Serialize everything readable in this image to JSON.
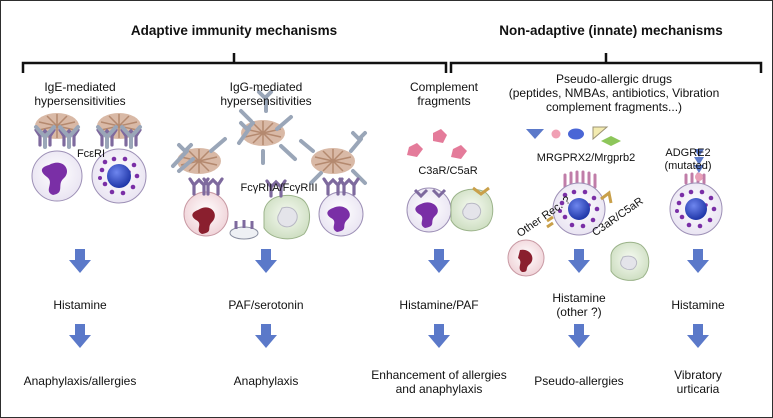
{
  "headers": {
    "adaptive": "Adaptive immunity mechanisms",
    "innate": "Non-adaptive (innate) mechanisms"
  },
  "columns": {
    "ige": {
      "title_l1": "IgE-mediated",
      "title_l2": "hypersensitivities",
      "receptor": "FcεRI",
      "mediator": "Histamine",
      "outcome": "Anaphylaxis/allergies"
    },
    "igg": {
      "title_l1": "IgG-mediated",
      "title_l2": "hypersensitivities",
      "receptor": "FcγRIIA/FcγRIII",
      "mediator": "PAF/serotonin",
      "outcome": "Anaphylaxis"
    },
    "complement": {
      "title_l1": "Complement",
      "title_l2": "fragments",
      "receptor": "C3aR/C5aR",
      "mediator": "Histamine/PAF",
      "outcome_l1": "Enhancement of allergies",
      "outcome_l2": "and anaphylaxis"
    },
    "pseudo": {
      "title_l1": "Pseudo-allergic drugs",
      "title_l2": "(peptides, NMBAs, antibiotics, Vibration",
      "title_l3": "complement fragments...)",
      "receptor": "MRGPRX2/Mrgprb2",
      "other_rec": "Other Rec. ?",
      "c3ar": "C3aR/C5aR",
      "mediator_l1": "Histamine",
      "mediator_l2": "(other ?)",
      "outcome": "Pseudo-allergies"
    },
    "vibration": {
      "receptor_l1": "ADGRE2",
      "receptor_l2": "(mutated)",
      "mediator": "Histamine",
      "outcome_l1": "Vibratory",
      "outcome_l2": "urticaria"
    }
  },
  "colors": {
    "arrow": "#5b79c9",
    "granule": "#7a2fa6",
    "nucleus": "#2b46c2",
    "antibody": "#9aa6b8",
    "receptor": "#7e6a9e"
  }
}
